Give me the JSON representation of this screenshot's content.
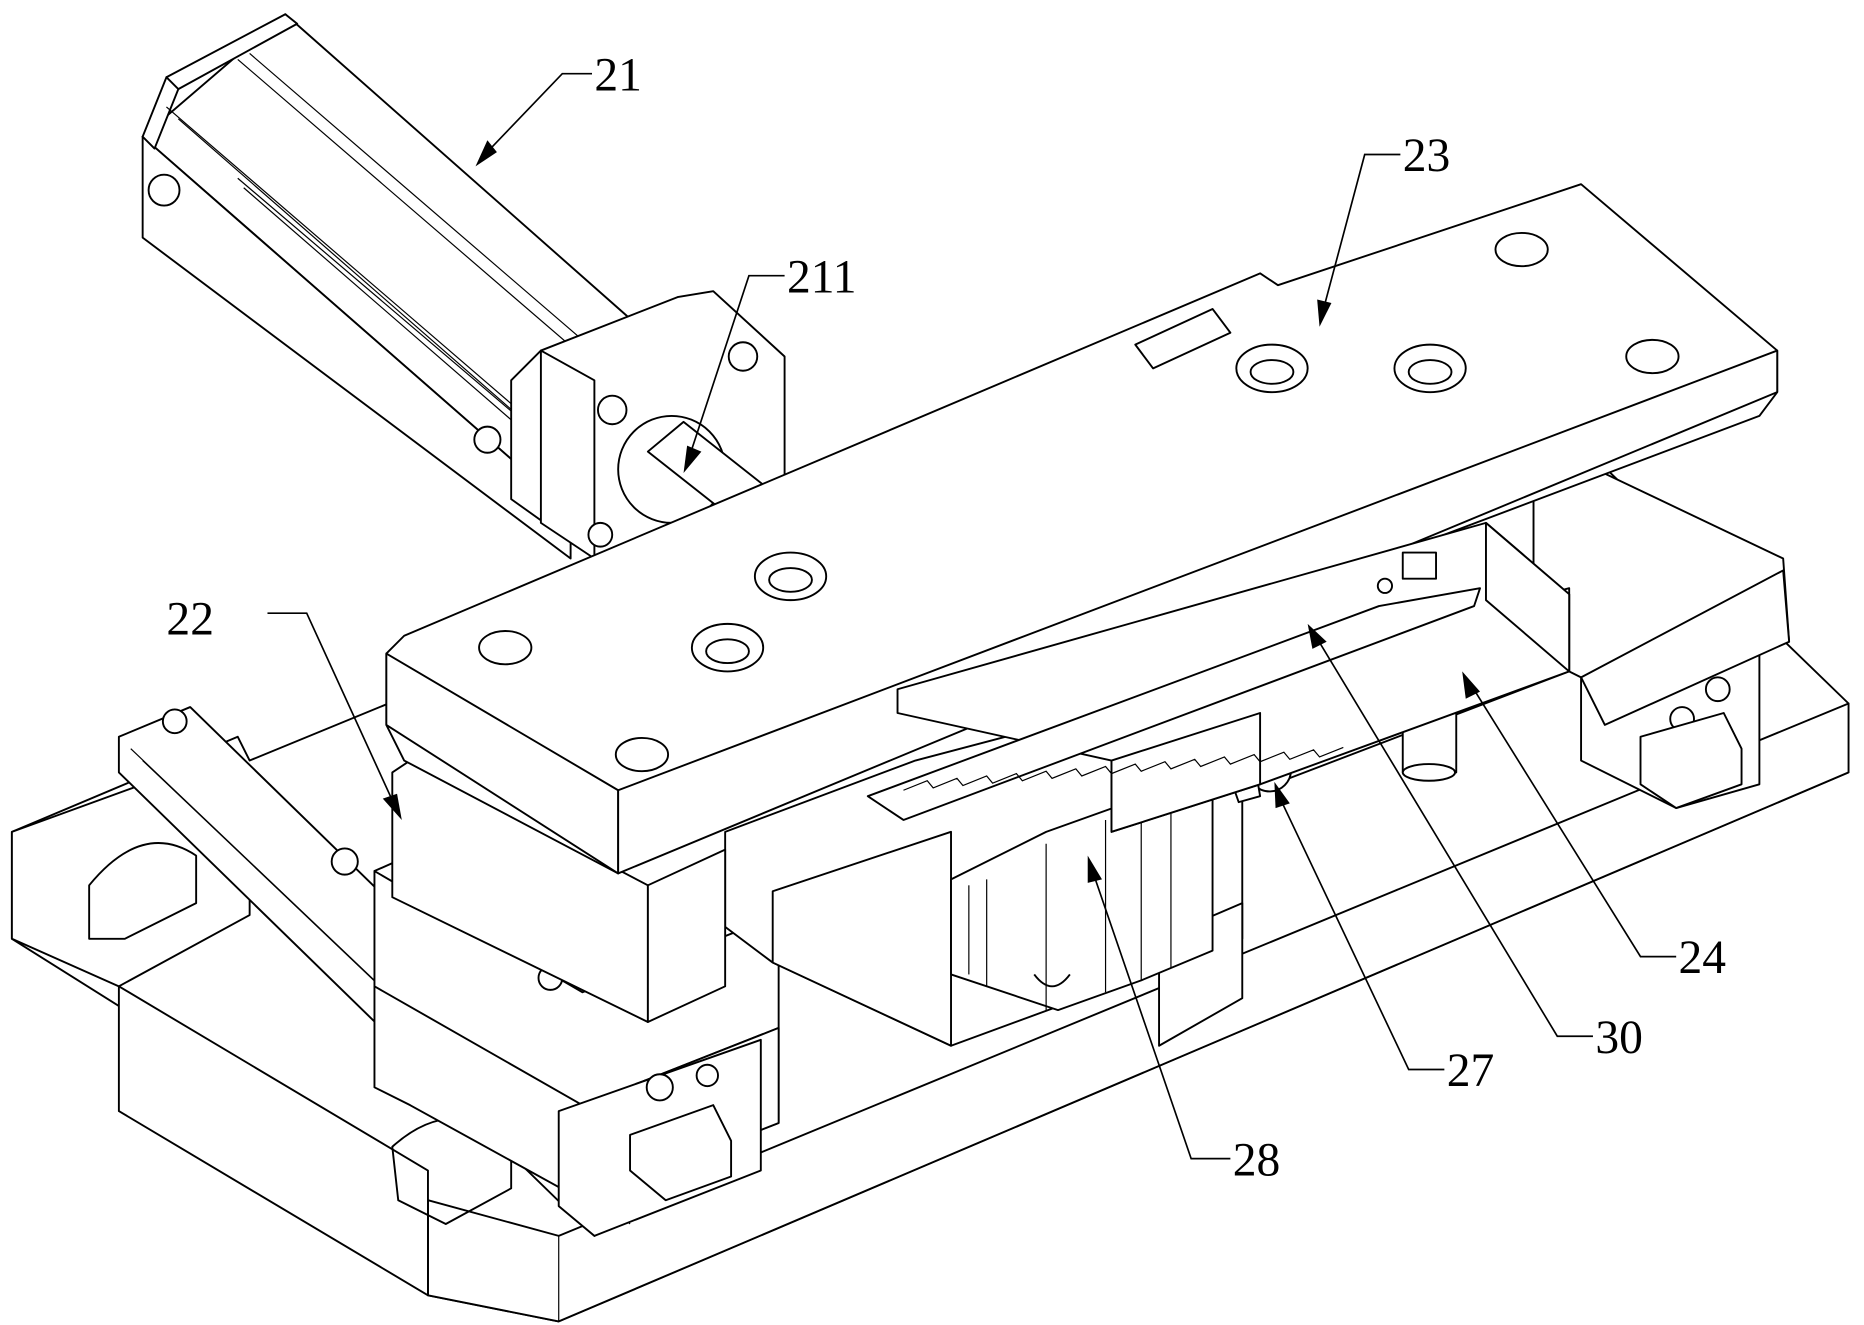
{
  "figure": {
    "type": "patent-style isometric line drawing",
    "colors": {
      "line": "#000000",
      "background": "#ffffff"
    },
    "callouts": [
      {
        "id": "21",
        "label": "21"
      },
      {
        "id": "211",
        "label": "211"
      },
      {
        "id": "22",
        "label": "22"
      },
      {
        "id": "23",
        "label": "23"
      },
      {
        "id": "24",
        "label": "24"
      },
      {
        "id": "27",
        "label": "27"
      },
      {
        "id": "28",
        "label": "28"
      },
      {
        "id": "30",
        "label": "30"
      }
    ]
  }
}
